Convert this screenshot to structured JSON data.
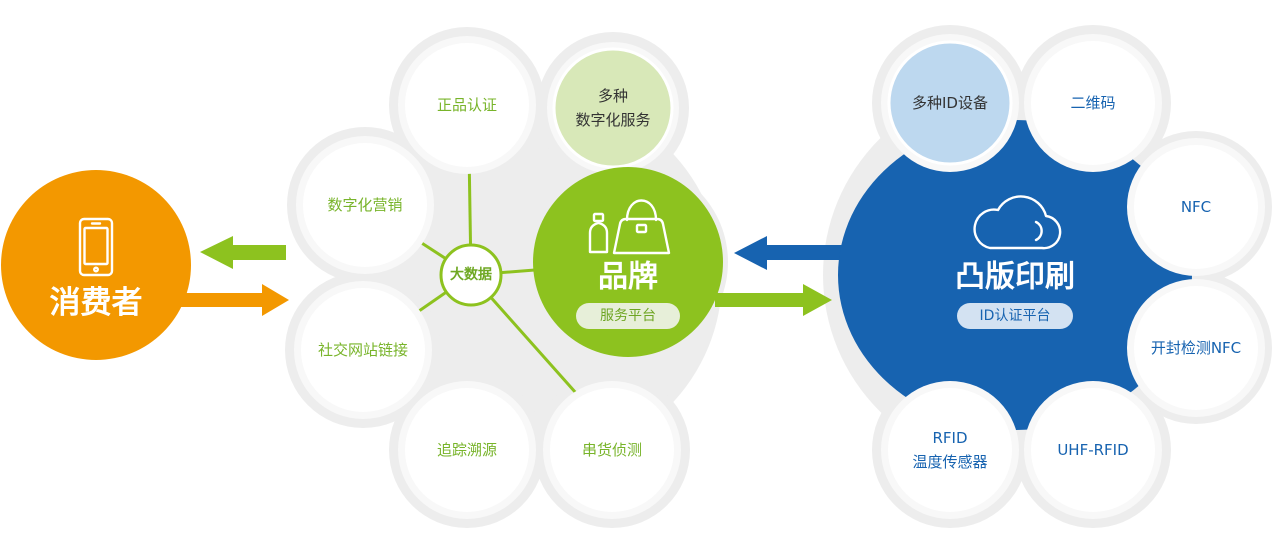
{
  "colors": {
    "consumer": "#f39800",
    "brand": "#8dc21f",
    "toppan": "#1763b0",
    "brand_text": "#78b42a",
    "toppan_text": "#1763b0",
    "highlight_green": "#d8e8b8",
    "highlight_blue": "#bdd8ef",
    "cluster_background": "#ededed",
    "pill_green": "#e7efd9",
    "pill_blue": "#d3e2f2"
  },
  "consumer": {
    "label": "消费者",
    "icon": "smartphone-icon"
  },
  "brand": {
    "title": "品牌",
    "platform": "服务平台",
    "icon": "shopping-bag-icon",
    "secondary_icon": "perfume-bottle-icon"
  },
  "big_data": {
    "label": "大数据"
  },
  "brand_services": {
    "authenticity": "正品认证",
    "digital_services": [
      "多种",
      "数字化服务"
    ],
    "digital_marketing": "数字化营销",
    "social_links": "社交网站链接",
    "traceability": "追踪溯源",
    "diversion_detection": "串货侦测"
  },
  "toppan": {
    "title": "凸版印刷",
    "platform": "ID认证平台",
    "icon": "cloud-icon"
  },
  "id_technologies": {
    "id_devices": "多种ID设备",
    "qr_code": "二维码",
    "nfc": "NFC",
    "tamper_nfc": "开封检测NFC",
    "uhf_rfid": "UHF-RFID",
    "rfid_sensor": [
      "RFID",
      "温度传感器"
    ]
  }
}
